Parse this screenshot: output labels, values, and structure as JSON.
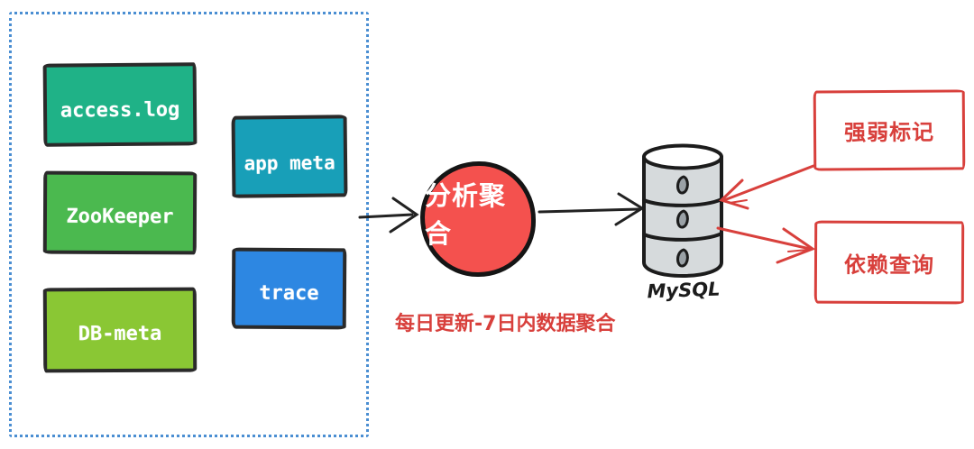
{
  "diagram": {
    "border_color": "#4a8ed2",
    "sources": {
      "items": [
        {
          "label": "access.log",
          "color": "#1fb287"
        },
        {
          "label": "ZooKeeper",
          "color": "#4bb94f"
        },
        {
          "label": "DB-meta",
          "color": "#8ac734"
        },
        {
          "label": "app meta",
          "color": "#189fb8"
        },
        {
          "label": "trace",
          "color": "#2d87e2"
        }
      ]
    },
    "aggregator": {
      "label": "分析聚合",
      "color": "#f4514e",
      "note": "每日更新-7日内数据聚合"
    },
    "database": {
      "label": "MySQL",
      "color": "#d6dadc"
    },
    "outputs": {
      "accent": "#d8403c",
      "items": [
        {
          "label": "强弱标记"
        },
        {
          "label": "依赖查询"
        }
      ]
    }
  }
}
